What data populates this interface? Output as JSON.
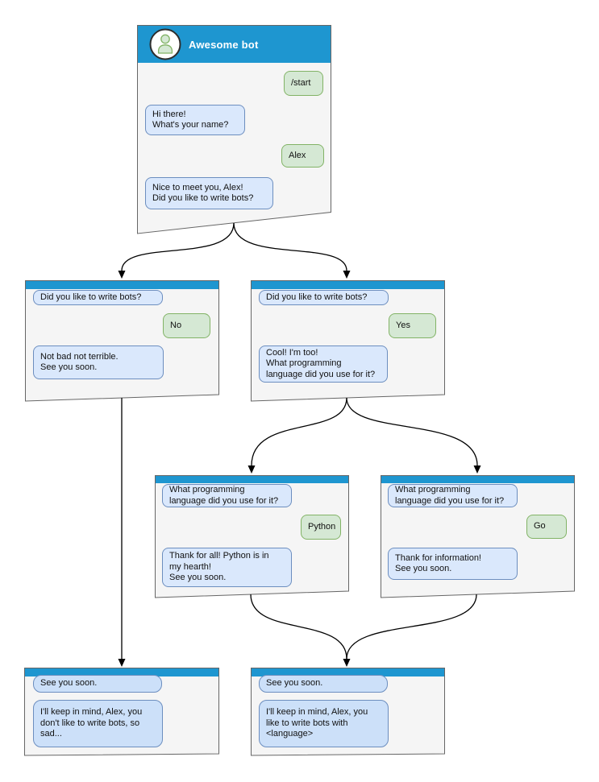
{
  "colors": {
    "header_blue": "#1e96d0",
    "window_fill": "#f5f5f5",
    "window_border": "#666666",
    "bot_bubble_fill": "#dae8fc",
    "bot_bubble_border": "#6c8ebf",
    "final_bubble_fill": "#cce0f9",
    "user_bubble_fill": "#d5e8d4",
    "user_bubble_border": "#82b366",
    "connector": "#000000"
  },
  "windows": [
    {
      "name": "awesome-bot",
      "title": "Awesome bot",
      "messages": [
        {
          "from": "user",
          "text": "/start"
        },
        {
          "from": "bot",
          "text": "Hi there!\nWhat's your name?"
        },
        {
          "from": "user",
          "text": "Alex"
        },
        {
          "from": "bot",
          "text": "Nice to meet you, Alex!\nDid you like to write bots?"
        }
      ]
    },
    {
      "name": "branch-no",
      "messages": [
        {
          "from": "bot",
          "text": "Did you like to write bots?"
        },
        {
          "from": "user",
          "text": "No"
        },
        {
          "from": "bot",
          "text": "Not bad not terrible.\nSee you soon."
        }
      ]
    },
    {
      "name": "branch-yes",
      "messages": [
        {
          "from": "bot",
          "text": "Did you like to write bots?"
        },
        {
          "from": "user",
          "text": "Yes"
        },
        {
          "from": "bot",
          "text": "Cool! I'm too!\nWhat programming\nlanguage did you use for it?"
        }
      ]
    },
    {
      "name": "branch-python",
      "messages": [
        {
          "from": "bot",
          "text": "What programming\nlanguage did you use for it?"
        },
        {
          "from": "user",
          "text": "Python"
        },
        {
          "from": "bot",
          "text": "Thank for all! Python is in\nmy hearth!\nSee you soon."
        }
      ]
    },
    {
      "name": "branch-go",
      "messages": [
        {
          "from": "bot",
          "text": "What programming\nlanguage did you use for it?"
        },
        {
          "from": "user",
          "text": "Go"
        },
        {
          "from": "bot",
          "text": "Thank for information!\nSee you soon."
        }
      ]
    },
    {
      "name": "final-no",
      "messages": [
        {
          "from": "bot",
          "text": "See you soon."
        },
        {
          "from": "bot",
          "text": "I'll keep in mind, Alex, you\ndon't like to write bots, so\nsad..."
        }
      ]
    },
    {
      "name": "final-yes",
      "messages": [
        {
          "from": "bot",
          "text": "See you soon."
        },
        {
          "from": "bot",
          "text": "I'll keep in mind, Alex, you\nlike to write bots with\n<language>"
        }
      ]
    }
  ],
  "edges": [
    {
      "from": "awesome-bot",
      "to": "branch-no"
    },
    {
      "from": "awesome-bot",
      "to": "branch-yes"
    },
    {
      "from": "branch-no",
      "to": "final-no"
    },
    {
      "from": "branch-yes",
      "to": "branch-python"
    },
    {
      "from": "branch-yes",
      "to": "branch-go"
    },
    {
      "from": "branch-python",
      "to": "final-yes"
    },
    {
      "from": "branch-go",
      "to": "final-yes"
    }
  ]
}
